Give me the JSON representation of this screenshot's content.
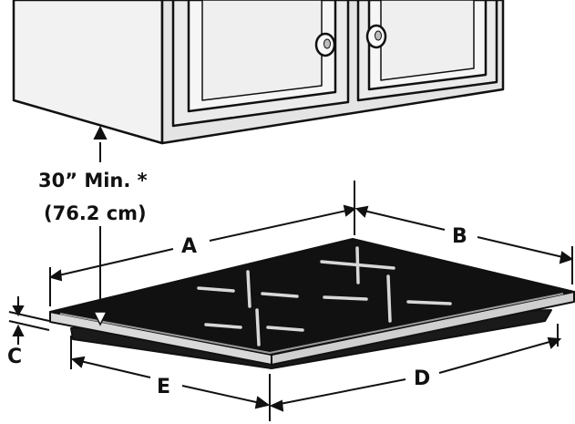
{
  "clearance": {
    "line1": "30” Min. *",
    "line2": "(76.2 cm)"
  },
  "dimensions": {
    "A": "A",
    "B": "B",
    "C": "C",
    "D": "D",
    "E": "E"
  }
}
